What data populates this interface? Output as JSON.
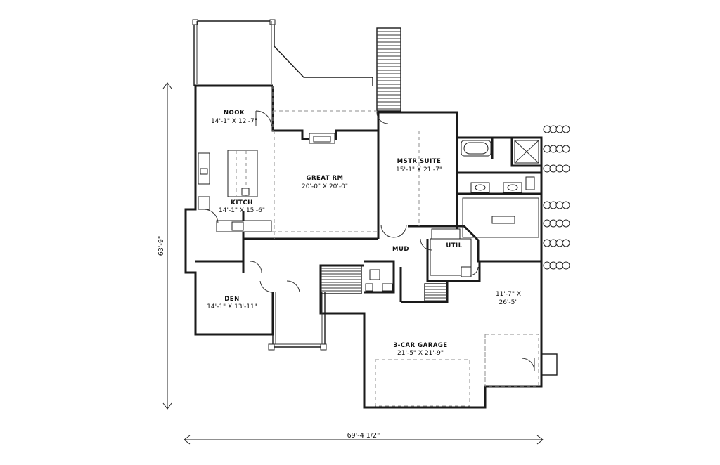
{
  "rooms": {
    "nook": {
      "name": "NOOK",
      "dims": "14'-1\" X 12'-7\""
    },
    "great_room": {
      "name": "GREAT RM",
      "dims": "20'-0\" X 20'-0\""
    },
    "master_suite": {
      "name": "MSTR SUITE",
      "dims": "15'-1\" X 21'-7\""
    },
    "kitchen": {
      "name": "KITCH",
      "dims": "14'-1\" X 15'-6\""
    },
    "mud": {
      "name": "MUD"
    },
    "util": {
      "name": "UTIL"
    },
    "den": {
      "name": "DEN",
      "dims": "14'-1\" X 13'-11\""
    },
    "garage_bay": {
      "dims_line1": "11'-7\" X",
      "dims_line2": "26'-5\""
    },
    "garage": {
      "name": "3-CAR GARAGE",
      "dims": "21'-5\" X 21'-9\""
    }
  },
  "dimensions": {
    "overall_width": "69'-4 1/2\"",
    "overall_depth": "63'-9\""
  },
  "colors": {
    "ink": "#1a1a1a",
    "hidden_line": "#8c8c8c",
    "paper": "#ffffff"
  }
}
